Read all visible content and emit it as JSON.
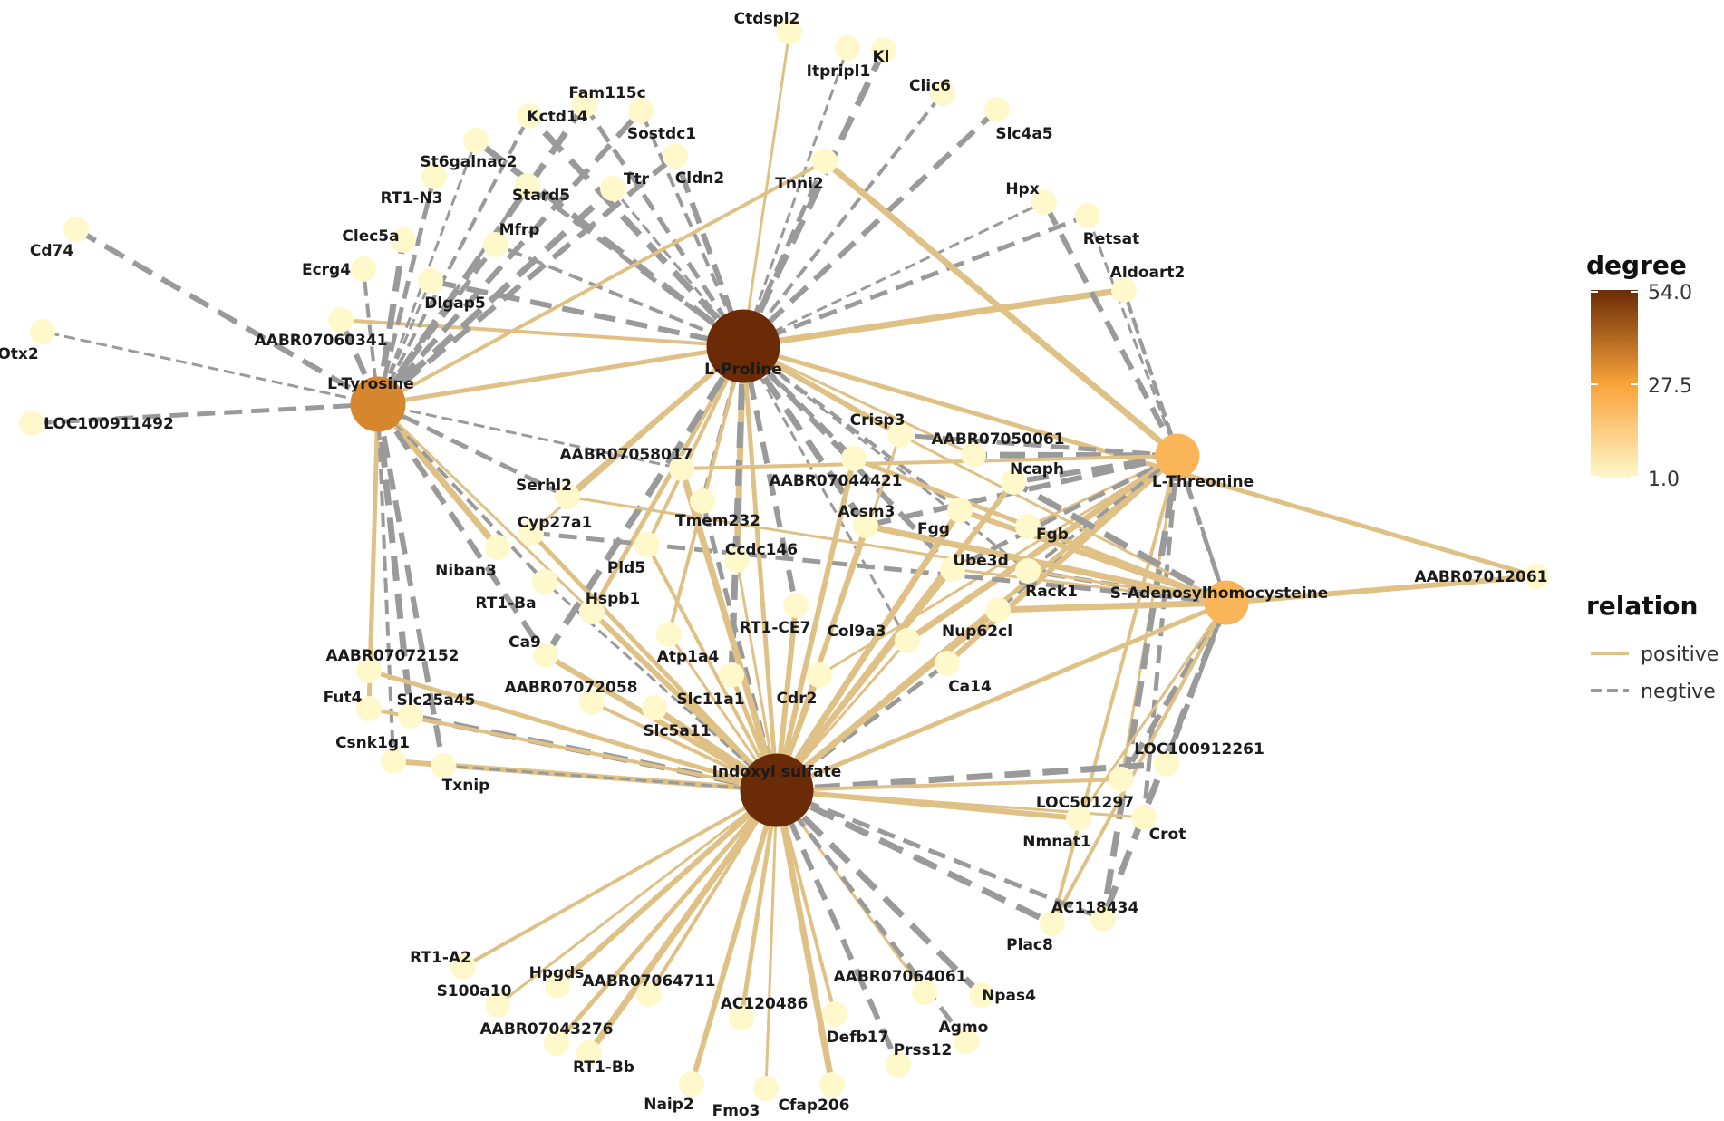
{
  "colors": {
    "positive": "#dfc186",
    "negative": "#9a9a9a",
    "node_min": "#fef8cb",
    "node_mid": "#f9a33a",
    "node_max": "#6a2b06"
  },
  "hubs": [
    {
      "id": "pro",
      "label": "L-Proline",
      "degree": 54
    },
    {
      "id": "ind",
      "label": "Indoxyl sulfate",
      "degree": 54
    },
    {
      "id": "tyr",
      "label": "L-Tyrosine",
      "degree": 34
    },
    {
      "id": "thr",
      "label": "L-Threonine",
      "degree": 22
    },
    {
      "id": "sah",
      "label": "S-Adenosylhomocysteine",
      "degree": 22
    }
  ],
  "genes": [
    "Ctdspl2",
    "Itpripl1",
    "Kl",
    "Clic6",
    "Slc4a5",
    "Fam115c",
    "Sostdc1",
    "Kctd14",
    "St6galnac2",
    "Cldn2",
    "Ttr",
    "Tnni2",
    "RT1-N3",
    "Stard5",
    "Hpx",
    "Retsat",
    "Clec5a",
    "Mfrp",
    "Cd74",
    "Ecrg4",
    "Dlgap5",
    "Aldoart2",
    "AABR07060341",
    "Otx2",
    "LOC100911492",
    "Crisp3",
    "AABR07050061",
    "AABR07058017",
    "AABR07044421",
    "Serhl2",
    "Ncaph",
    "Cyp27a1",
    "Tmem232",
    "Acsm3",
    "Fgg",
    "Fgb",
    "Ccdc146",
    "Ube3d",
    "Niban3",
    "Pld5",
    "AABR07012061",
    "RT1-Ba",
    "Hspb1",
    "Rack1",
    "RT1-CE7",
    "Col9a3",
    "Nup62cl",
    "Ca9",
    "Atp1a4",
    "AABR07072152",
    "Ca14",
    "AABR07072058",
    "Slc11a1",
    "Cdr2",
    "Fut4",
    "Slc25a45",
    "Slc5a11",
    "Csnk1g1",
    "LOC100912261",
    "Txnip",
    "LOC501297",
    "Nmnat1",
    "Crot",
    "AC118434",
    "Plac8",
    "RT1-A2",
    "Hpgds",
    "S100a10",
    "AABR07064061",
    "Npas4",
    "AABR07064711",
    "AABR07043276",
    "Defb17",
    "Agmo",
    "AC120486",
    "RT1-Bb",
    "Prss12",
    "Naip2",
    "Fmo3",
    "Cfap206"
  ],
  "edges": [
    [
      "pro",
      "Ctdspl2",
      "pos"
    ],
    [
      "pro",
      "Tnni2",
      "neg"
    ],
    [
      "pro",
      "Kl",
      "neg"
    ],
    [
      "pro",
      "Clic6",
      "neg"
    ],
    [
      "pro",
      "Slc4a5",
      "neg"
    ],
    [
      "pro",
      "Itpripl1",
      "neg"
    ],
    [
      "pro",
      "Fam115c",
      "neg"
    ],
    [
      "pro",
      "Kctd14",
      "neg"
    ],
    [
      "pro",
      "Sostdc1",
      "neg"
    ],
    [
      "pro",
      "Cldn2",
      "neg"
    ],
    [
      "pro",
      "Ttr",
      "neg"
    ],
    [
      "pro",
      "Stard5",
      "neg"
    ],
    [
      "pro",
      "St6galnac2",
      "neg"
    ],
    [
      "pro",
      "Mfrp",
      "neg"
    ],
    [
      "pro",
      "Dlgap5",
      "neg"
    ],
    [
      "pro",
      "Hpx",
      "neg"
    ],
    [
      "pro",
      "Retsat",
      "neg"
    ],
    [
      "pro",
      "Aldoart2",
      "pos"
    ],
    [
      "pro",
      "AABR07060341",
      "pos"
    ],
    [
      "pro",
      "Crisp3",
      "pos"
    ],
    [
      "pro",
      "AABR07050061",
      "pos"
    ],
    [
      "pro",
      "AABR07044421",
      "neg"
    ],
    [
      "pro",
      "Acsm3",
      "neg"
    ],
    [
      "pro",
      "Fgg",
      "neg"
    ],
    [
      "pro",
      "Serhl2",
      "pos"
    ],
    [
      "pro",
      "Cyp27a1",
      "pos"
    ],
    [
      "pro",
      "Tmem232",
      "neg"
    ],
    [
      "pro",
      "Ccdc146",
      "pos"
    ],
    [
      "pro",
      "Pld5",
      "pos"
    ],
    [
      "pro",
      "RT1-CE7",
      "neg"
    ],
    [
      "pro",
      "Col9a3",
      "neg"
    ],
    [
      "pro",
      "Hspb1",
      "pos"
    ],
    [
      "pro",
      "Ca9",
      "neg"
    ],
    [
      "pro",
      "Atp1a4",
      "pos"
    ],
    [
      "pro",
      "Ube3d",
      "neg"
    ],
    [
      "pro",
      "Rack1",
      "neg"
    ],
    [
      "pro",
      "AABR07012061",
      "pos"
    ],
    [
      "pro",
      "Slc11a1",
      "neg"
    ],
    [
      "tyr",
      "Tnni2",
      "pos"
    ],
    [
      "tyr",
      "Cd74",
      "neg"
    ],
    [
      "tyr",
      "Otx2",
      "neg"
    ],
    [
      "tyr",
      "LOC100911492",
      "neg"
    ],
    [
      "tyr",
      "Fam115c",
      "neg"
    ],
    [
      "tyr",
      "Kctd14",
      "neg"
    ],
    [
      "tyr",
      "Sostdc1",
      "neg"
    ],
    [
      "tyr",
      "St6galnac2",
      "neg"
    ],
    [
      "tyr",
      "RT1-N3",
      "neg"
    ],
    [
      "tyr",
      "Clec5a",
      "neg"
    ],
    [
      "tyr",
      "Ecrg4",
      "neg"
    ],
    [
      "tyr",
      "AABR07060341",
      "neg"
    ],
    [
      "tyr",
      "Dlgap5",
      "neg"
    ],
    [
      "tyr",
      "Mfrp",
      "neg"
    ],
    [
      "tyr",
      "Ttr",
      "neg"
    ],
    [
      "tyr",
      "Stard5",
      "neg"
    ],
    [
      "tyr",
      "Cldn2",
      "neg"
    ],
    [
      "tyr",
      "AABR07058017",
      "neg"
    ],
    [
      "tyr",
      "Serhl2",
      "neg"
    ],
    [
      "tyr",
      "Niban3",
      "pos"
    ],
    [
      "tyr",
      "RT1-Ba",
      "neg"
    ],
    [
      "tyr",
      "Ca9",
      "neg"
    ],
    [
      "tyr",
      "AABR07072152",
      "pos"
    ],
    [
      "tyr",
      "Fut4",
      "pos"
    ],
    [
      "tyr",
      "Slc25a45",
      "neg"
    ],
    [
      "tyr",
      "Csnk1g1",
      "neg"
    ],
    [
      "tyr",
      "Txnip",
      "neg"
    ],
    [
      "tyr",
      "Hspb1",
      "pos"
    ],
    [
      "tyr",
      "pro",
      "pos"
    ],
    [
      "thr",
      "Tnni2",
      "pos"
    ],
    [
      "thr",
      "Aldoart2",
      "neg"
    ],
    [
      "thr",
      "Hpx",
      "neg"
    ],
    [
      "thr",
      "Retsat",
      "neg"
    ],
    [
      "thr",
      "Crisp3",
      "neg"
    ],
    [
      "thr",
      "AABR07050061",
      "neg"
    ],
    [
      "thr",
      "AABR07058017",
      "pos"
    ],
    [
      "thr",
      "Ncaph",
      "neg"
    ],
    [
      "thr",
      "Fgb",
      "pos"
    ],
    [
      "thr",
      "Ube3d",
      "neg"
    ],
    [
      "thr",
      "Col9a3",
      "pos"
    ],
    [
      "thr",
      "Nup62cl",
      "neg"
    ],
    [
      "thr",
      "Ca14",
      "pos"
    ],
    [
      "thr",
      "LOC501297",
      "pos"
    ],
    [
      "thr",
      "Crot",
      "neg"
    ],
    [
      "thr",
      "AC118434",
      "neg"
    ],
    [
      "thr",
      "Plac8",
      "pos"
    ],
    [
      "thr",
      "Acsm3",
      "neg"
    ],
    [
      "thr",
      "Cdr2",
      "pos"
    ],
    [
      "thr",
      "ind",
      "pos"
    ],
    [
      "thr",
      "sah",
      "neg"
    ],
    [
      "thr",
      "Rack1",
      "neg"
    ],
    [
      "sah",
      "AABR07012061",
      "pos"
    ],
    [
      "sah",
      "Crisp3",
      "pos"
    ],
    [
      "sah",
      "AABR07044421",
      "pos"
    ],
    [
      "sah",
      "Ncaph",
      "neg"
    ],
    [
      "sah",
      "Fgb",
      "pos"
    ],
    [
      "sah",
      "Fgg",
      "pos"
    ],
    [
      "sah",
      "Ube3d",
      "pos"
    ],
    [
      "sah",
      "Rack1",
      "neg"
    ],
    [
      "sah",
      "Nup62cl",
      "pos"
    ],
    [
      "sah",
      "LOC100912261",
      "neg"
    ],
    [
      "sah",
      "LOC501297",
      "neg"
    ],
    [
      "sah",
      "Nmnat1",
      "pos"
    ],
    [
      "sah",
      "Crot",
      "neg"
    ],
    [
      "sah",
      "AC118434",
      "neg"
    ],
    [
      "sah",
      "Plac8",
      "pos"
    ],
    [
      "sah",
      "ind",
      "pos"
    ],
    [
      "sah",
      "Serhl2",
      "pos"
    ],
    [
      "sah",
      "Cyp27a1",
      "neg"
    ],
    [
      "sah",
      "Acsm3",
      "pos"
    ],
    [
      "sah",
      "Aldoart2",
      "neg"
    ],
    [
      "ind",
      "AABR07044421",
      "pos"
    ],
    [
      "ind",
      "Crisp3",
      "pos"
    ],
    [
      "ind",
      "Acsm3",
      "pos"
    ],
    [
      "ind",
      "Fgg",
      "pos"
    ],
    [
      "ind",
      "Ube3d",
      "pos"
    ],
    [
      "ind",
      "Ncaph",
      "pos"
    ],
    [
      "ind",
      "Col9a3",
      "pos"
    ],
    [
      "ind",
      "Ca14",
      "neg"
    ],
    [
      "ind",
      "Nup62cl",
      "pos"
    ],
    [
      "ind",
      "Cdr2",
      "pos"
    ],
    [
      "ind",
      "RT1-CE7",
      "pos"
    ],
    [
      "ind",
      "Ccdc146",
      "pos"
    ],
    [
      "ind",
      "Tmem232",
      "neg"
    ],
    [
      "ind",
      "AABR07058017",
      "pos"
    ],
    [
      "ind",
      "Pld5",
      "pos"
    ],
    [
      "ind",
      "Hspb1",
      "pos"
    ],
    [
      "ind",
      "Atp1a4",
      "pos"
    ],
    [
      "ind",
      "Slc11a1",
      "pos"
    ],
    [
      "ind",
      "Slc5a11",
      "pos"
    ],
    [
      "ind",
      "AABR07072058",
      "pos"
    ],
    [
      "ind",
      "Ca9",
      "pos"
    ],
    [
      "ind",
      "RT1-Ba",
      "neg"
    ],
    [
      "ind",
      "Cyp27a1",
      "pos"
    ],
    [
      "ind",
      "Slc25a45",
      "neg"
    ],
    [
      "ind",
      "Fut4",
      "pos"
    ],
    [
      "ind",
      "Csnk1g1",
      "pos"
    ],
    [
      "ind",
      "Txnip",
      "neg"
    ],
    [
      "ind",
      "AABR07072152",
      "pos"
    ],
    [
      "ind",
      "LOC100912261",
      "neg"
    ],
    [
      "ind",
      "LOC501297",
      "pos"
    ],
    [
      "ind",
      "Nmnat1",
      "pos"
    ],
    [
      "ind",
      "Crot",
      "pos"
    ],
    [
      "ind",
      "AC118434",
      "neg"
    ],
    [
      "ind",
      "Plac8",
      "neg"
    ],
    [
      "ind",
      "RT1-A2",
      "pos"
    ],
    [
      "ind",
      "Hpgds",
      "pos"
    ],
    [
      "ind",
      "S100a10",
      "pos"
    ],
    [
      "ind",
      "AABR07043276",
      "pos"
    ],
    [
      "ind",
      "RT1-Bb",
      "pos"
    ],
    [
      "ind",
      "AABR07064711",
      "pos"
    ],
    [
      "ind",
      "Naip2",
      "pos"
    ],
    [
      "ind",
      "Fmo3",
      "pos"
    ],
    [
      "ind",
      "AC120486",
      "pos"
    ],
    [
      "ind",
      "Cfap206",
      "pos"
    ],
    [
      "ind",
      "Defb17",
      "pos"
    ],
    [
      "ind",
      "Prss12",
      "neg"
    ],
    [
      "ind",
      "AABR07064061",
      "pos"
    ],
    [
      "ind",
      "Agmo",
      "neg"
    ],
    [
      "ind",
      "Npas4",
      "neg"
    ],
    [
      "ind",
      "pro",
      "pos"
    ]
  ],
  "legend": {
    "degree_title": "degree",
    "degree_ticks": [
      "54.0",
      "27.5",
      "1.0"
    ],
    "relation_title": "relation",
    "relation_items": [
      {
        "key": "pos",
        "label": "positive"
      },
      {
        "key": "neg",
        "label": "negtive"
      }
    ]
  }
}
